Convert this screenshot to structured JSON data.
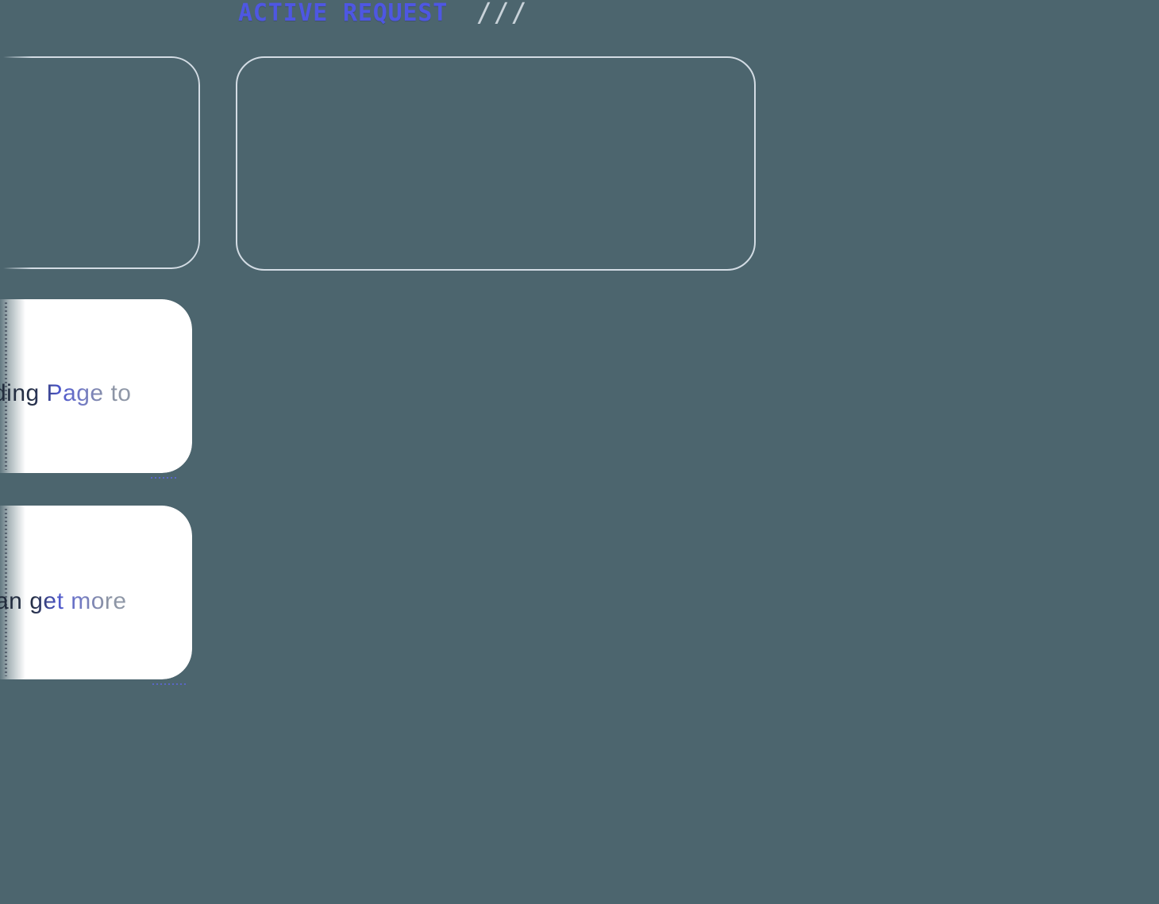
{
  "theme": {
    "background_color": "#4C656E",
    "title_color": "#4E57E2",
    "slash_color": "#C8D2D9",
    "outline_color": "#D3DCE4",
    "card_color": "#FFFFFF",
    "shadow_color": "rgba(13,18,33,0.85)",
    "text_dark": "#1F2937",
    "text_accent": "#4D57CC",
    "text_muted": "#8B93A4"
  },
  "header": {
    "title": "ACTIVE REQUEST",
    "decoration": "///"
  },
  "cards": [
    {
      "text": "ding Page to"
    },
    {
      "text": "an get more"
    }
  ]
}
